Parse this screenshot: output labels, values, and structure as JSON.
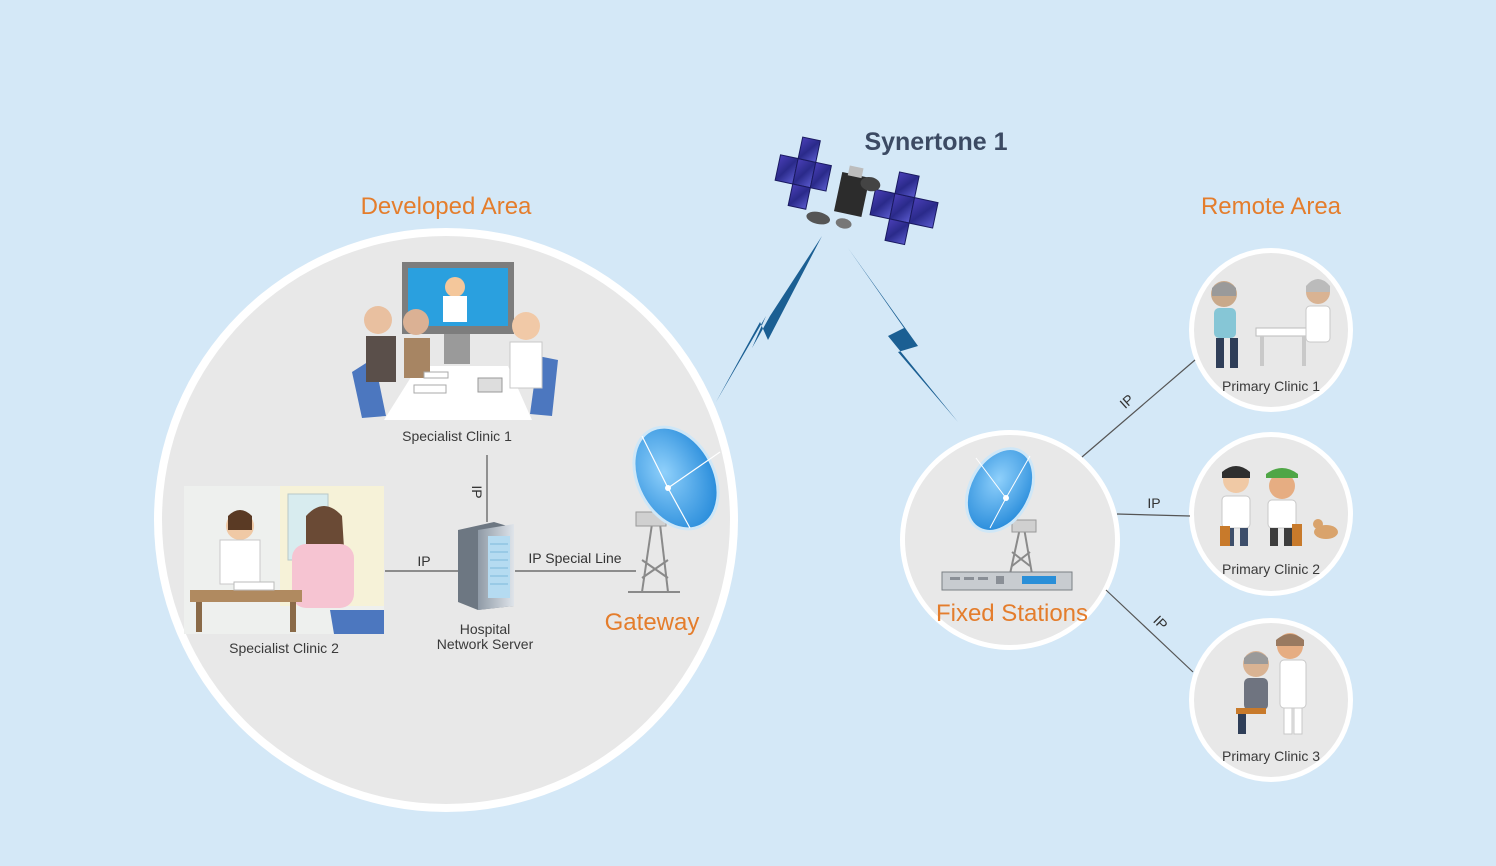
{
  "titles": {
    "developed": "Developed Area",
    "remote": "Remote Area",
    "satellite": "Synertone 1"
  },
  "developed": {
    "specialist_clinic_1": "Specialist Clinic 1",
    "specialist_clinic_2": "Specialist Clinic 2",
    "server_line1": "Hospital",
    "server_line2": "Network Server",
    "gateway": "Gateway",
    "link_vertical": "IP",
    "link_left": "IP",
    "link_right": "IP Special Line"
  },
  "remote": {
    "fixed_stations": "Fixed Stations",
    "clinic_1": "Primary Clinic 1",
    "clinic_2": "Primary Clinic 2",
    "clinic_3": "Primary Clinic 3",
    "link_1": "IP",
    "link_2": "IP",
    "link_3": "IP"
  },
  "colors": {
    "background": "#d4e8f7",
    "accent_orange": "#e47d2c",
    "lightning": "#1b5f93",
    "circle_fill": "#e8e8e8"
  }
}
